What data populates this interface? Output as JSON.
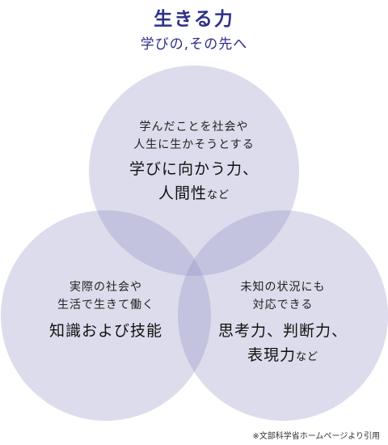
{
  "header": {
    "title": "生きる力",
    "subtitle": "学びの,その先へ",
    "title_color": "#2e2e8a"
  },
  "circles": [
    {
      "id": "top",
      "lines": [
        "学んだことを社会や",
        "人生に生かそうとする"
      ],
      "big_lines": [
        "学びに向かう力、",
        "人間性"
      ],
      "suffix": "など"
    },
    {
      "id": "left",
      "lines": [
        "実際の社会や",
        "生活で生きて働く"
      ],
      "big_lines": [
        "知識および技能"
      ],
      "suffix": ""
    },
    {
      "id": "right",
      "lines": [
        "未知の状況にも",
        "対応できる"
      ],
      "big_lines": [
        "思考力、判断力、",
        "表現力"
      ],
      "suffix": "など"
    }
  ],
  "footnote": "※文部科学省ホームページより引用",
  "colors": {
    "circle_fill": "#8c8cc0",
    "circle_opacity": 0.3
  }
}
